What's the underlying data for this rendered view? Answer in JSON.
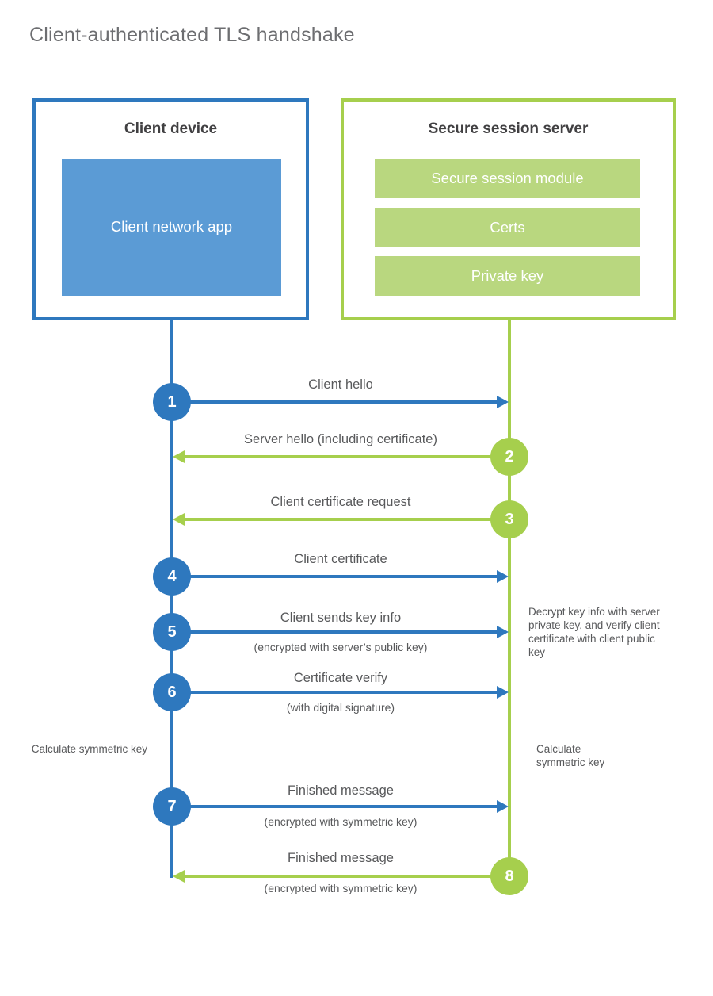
{
  "title": "Client-authenticated TLS handshake",
  "colors": {
    "client_blue": "#2e78be",
    "client_app_fill": "#5b9bd5",
    "server_green": "#a6cf4d",
    "server_bar_fill": "#b9d77f",
    "heading_text": "#414042",
    "label_text": "#58595b",
    "title_text": "#6d6e71"
  },
  "client_box": {
    "title": "Client device",
    "app_label": "Client network app"
  },
  "server_box": {
    "title": "Secure session server",
    "modules": [
      "Secure session module",
      "Certs",
      "Private key"
    ]
  },
  "steps": [
    {
      "num": "1",
      "from": "client",
      "direction": "right",
      "label": "Client hello",
      "subtitle": ""
    },
    {
      "num": "2",
      "from": "server",
      "direction": "left",
      "label": "Server hello (including certificate)",
      "subtitle": ""
    },
    {
      "num": "3",
      "from": "server",
      "direction": "left",
      "label": "Client certificate request",
      "subtitle": ""
    },
    {
      "num": "4",
      "from": "client",
      "direction": "right",
      "label": "Client certificate",
      "subtitle": ""
    },
    {
      "num": "5",
      "from": "client",
      "direction": "right",
      "label": "Client sends key info",
      "subtitle": "(encrypted with server’s public key)"
    },
    {
      "num": "6",
      "from": "client",
      "direction": "right",
      "label": "Certificate verify",
      "subtitle": "(with digital signature)"
    },
    {
      "num": "7",
      "from": "client",
      "direction": "right",
      "label": "Finished message",
      "subtitle": "(encrypted with symmetric key)"
    },
    {
      "num": "8",
      "from": "server",
      "direction": "left",
      "label": "Finished message",
      "subtitle": "(encrypted with symmetric key)"
    }
  ],
  "annotations": {
    "decrypt_note": "Decrypt key info with server private key, and verify client certificate with client public key",
    "calc_left": "Calculate symmetric key",
    "calc_right": "Calculate symmetric key"
  }
}
